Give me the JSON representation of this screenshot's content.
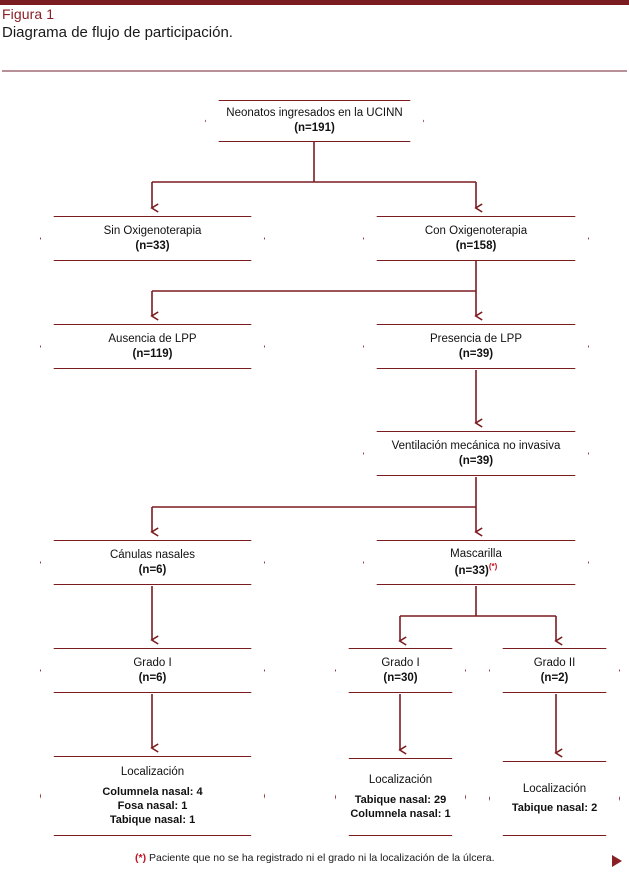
{
  "header": {
    "figure_label": "Figura 1",
    "caption": "Diagrama de flujo de participación."
  },
  "colors": {
    "border": "#7B1C21",
    "rule": "#7B1C21",
    "caption_rule": "#B89097",
    "accent_red": "#C1121F",
    "label_red": "#8A1F26",
    "text": "#111111",
    "background": "#ffffff"
  },
  "nodes": {
    "root": {
      "title": "Neonatos ingresados en la UCINN",
      "count": "(n=191)"
    },
    "sin_oxigeno": {
      "title": "Sin Oxigenoterapia",
      "count": "(n=33)"
    },
    "con_oxigeno": {
      "title": "Con Oxigenoterapia",
      "count": "(n=158)"
    },
    "ausencia_lpp": {
      "title": "Ausencia de LPP",
      "count": "(n=119)"
    },
    "presencia_lpp": {
      "title": "Presencia de LPP",
      "count": "(n=39)"
    },
    "ventilacion": {
      "title": "Ventilación mecánica no invasiva",
      "count": "(n=39)"
    },
    "canulas": {
      "title": "Cánulas nasales",
      "count": "(n=6)"
    },
    "mascarilla": {
      "title": "Mascarilla",
      "count": "(n=33)",
      "footnote_marker": "(*)"
    },
    "grado_i_canulas": {
      "title": "Grado I",
      "count": "(n=6)"
    },
    "grado_i_mascarilla": {
      "title": "Grado I",
      "count": "(n=30)"
    },
    "grado_ii_mascarilla": {
      "title": "Grado II",
      "count": "(n=2)"
    },
    "localizacion_canulas": {
      "title": "Localización",
      "line1": "Columnela nasal: 4",
      "line2": "Fosa nasal: 1",
      "line3": "Tabique nasal: 1"
    },
    "localizacion_grado_i": {
      "title": "Localización",
      "line1": "Tabique nasal: 29",
      "line2": "Columnela nasal: 1"
    },
    "localizacion_grado_ii": {
      "title": "Localización",
      "line1": "Tabique nasal: 2"
    }
  },
  "footnote": {
    "marker": "(*)",
    "text": " Paciente que no se ha registrado ni el grado ni la localización de la úlcera."
  },
  "chart_data": {
    "type": "flowchart",
    "title": "Diagrama de flujo de participación.",
    "nodes": [
      {
        "id": "root",
        "label": "Neonatos ingresados en la UCINN",
        "n": 191,
        "level": 0
      },
      {
        "id": "sin_oxigeno",
        "label": "Sin Oxigenoterapia",
        "n": 33,
        "level": 1
      },
      {
        "id": "con_oxigeno",
        "label": "Con Oxigenoterapia",
        "n": 158,
        "level": 1
      },
      {
        "id": "ausencia_lpp",
        "label": "Ausencia de LPP",
        "n": 119,
        "level": 2
      },
      {
        "id": "presencia_lpp",
        "label": "Presencia de LPP",
        "n": 39,
        "level": 2
      },
      {
        "id": "ventilacion",
        "label": "Ventilación mecánica no invasiva",
        "n": 39,
        "level": 3
      },
      {
        "id": "canulas",
        "label": "Cánulas nasales",
        "n": 6,
        "level": 4
      },
      {
        "id": "mascarilla",
        "label": "Mascarilla",
        "n": 33,
        "level": 4,
        "note": "(*)"
      },
      {
        "id": "grado_i_canulas",
        "label": "Grado I",
        "n": 6,
        "level": 5
      },
      {
        "id": "grado_i_mascarilla",
        "label": "Grado I",
        "n": 30,
        "level": 5
      },
      {
        "id": "grado_ii_mascarilla",
        "label": "Grado II",
        "n": 2,
        "level": 5
      },
      {
        "id": "localizacion_canulas",
        "label": "Localización",
        "level": 6,
        "items": [
          {
            "site": "Columnela nasal",
            "n": 4
          },
          {
            "site": "Fosa nasal",
            "n": 1
          },
          {
            "site": "Tabique nasal",
            "n": 1
          }
        ]
      },
      {
        "id": "localizacion_grado_i",
        "label": "Localización",
        "level": 6,
        "items": [
          {
            "site": "Tabique nasal",
            "n": 29
          },
          {
            "site": "Columnela nasal",
            "n": 1
          }
        ]
      },
      {
        "id": "localizacion_grado_ii",
        "label": "Localización",
        "level": 6,
        "items": [
          {
            "site": "Tabique nasal",
            "n": 2
          }
        ]
      }
    ],
    "edges": [
      {
        "from": "root",
        "to": "sin_oxigeno"
      },
      {
        "from": "root",
        "to": "con_oxigeno"
      },
      {
        "from": "con_oxigeno",
        "to": "ausencia_lpp"
      },
      {
        "from": "con_oxigeno",
        "to": "presencia_lpp"
      },
      {
        "from": "presencia_lpp",
        "to": "ventilacion"
      },
      {
        "from": "ventilacion",
        "to": "canulas"
      },
      {
        "from": "ventilacion",
        "to": "mascarilla"
      },
      {
        "from": "canulas",
        "to": "grado_i_canulas"
      },
      {
        "from": "mascarilla",
        "to": "grado_i_mascarilla"
      },
      {
        "from": "mascarilla",
        "to": "grado_ii_mascarilla"
      },
      {
        "from": "grado_i_canulas",
        "to": "localizacion_canulas"
      },
      {
        "from": "grado_i_mascarilla",
        "to": "localizacion_grado_i"
      },
      {
        "from": "grado_ii_mascarilla",
        "to": "localizacion_grado_ii"
      }
    ]
  }
}
